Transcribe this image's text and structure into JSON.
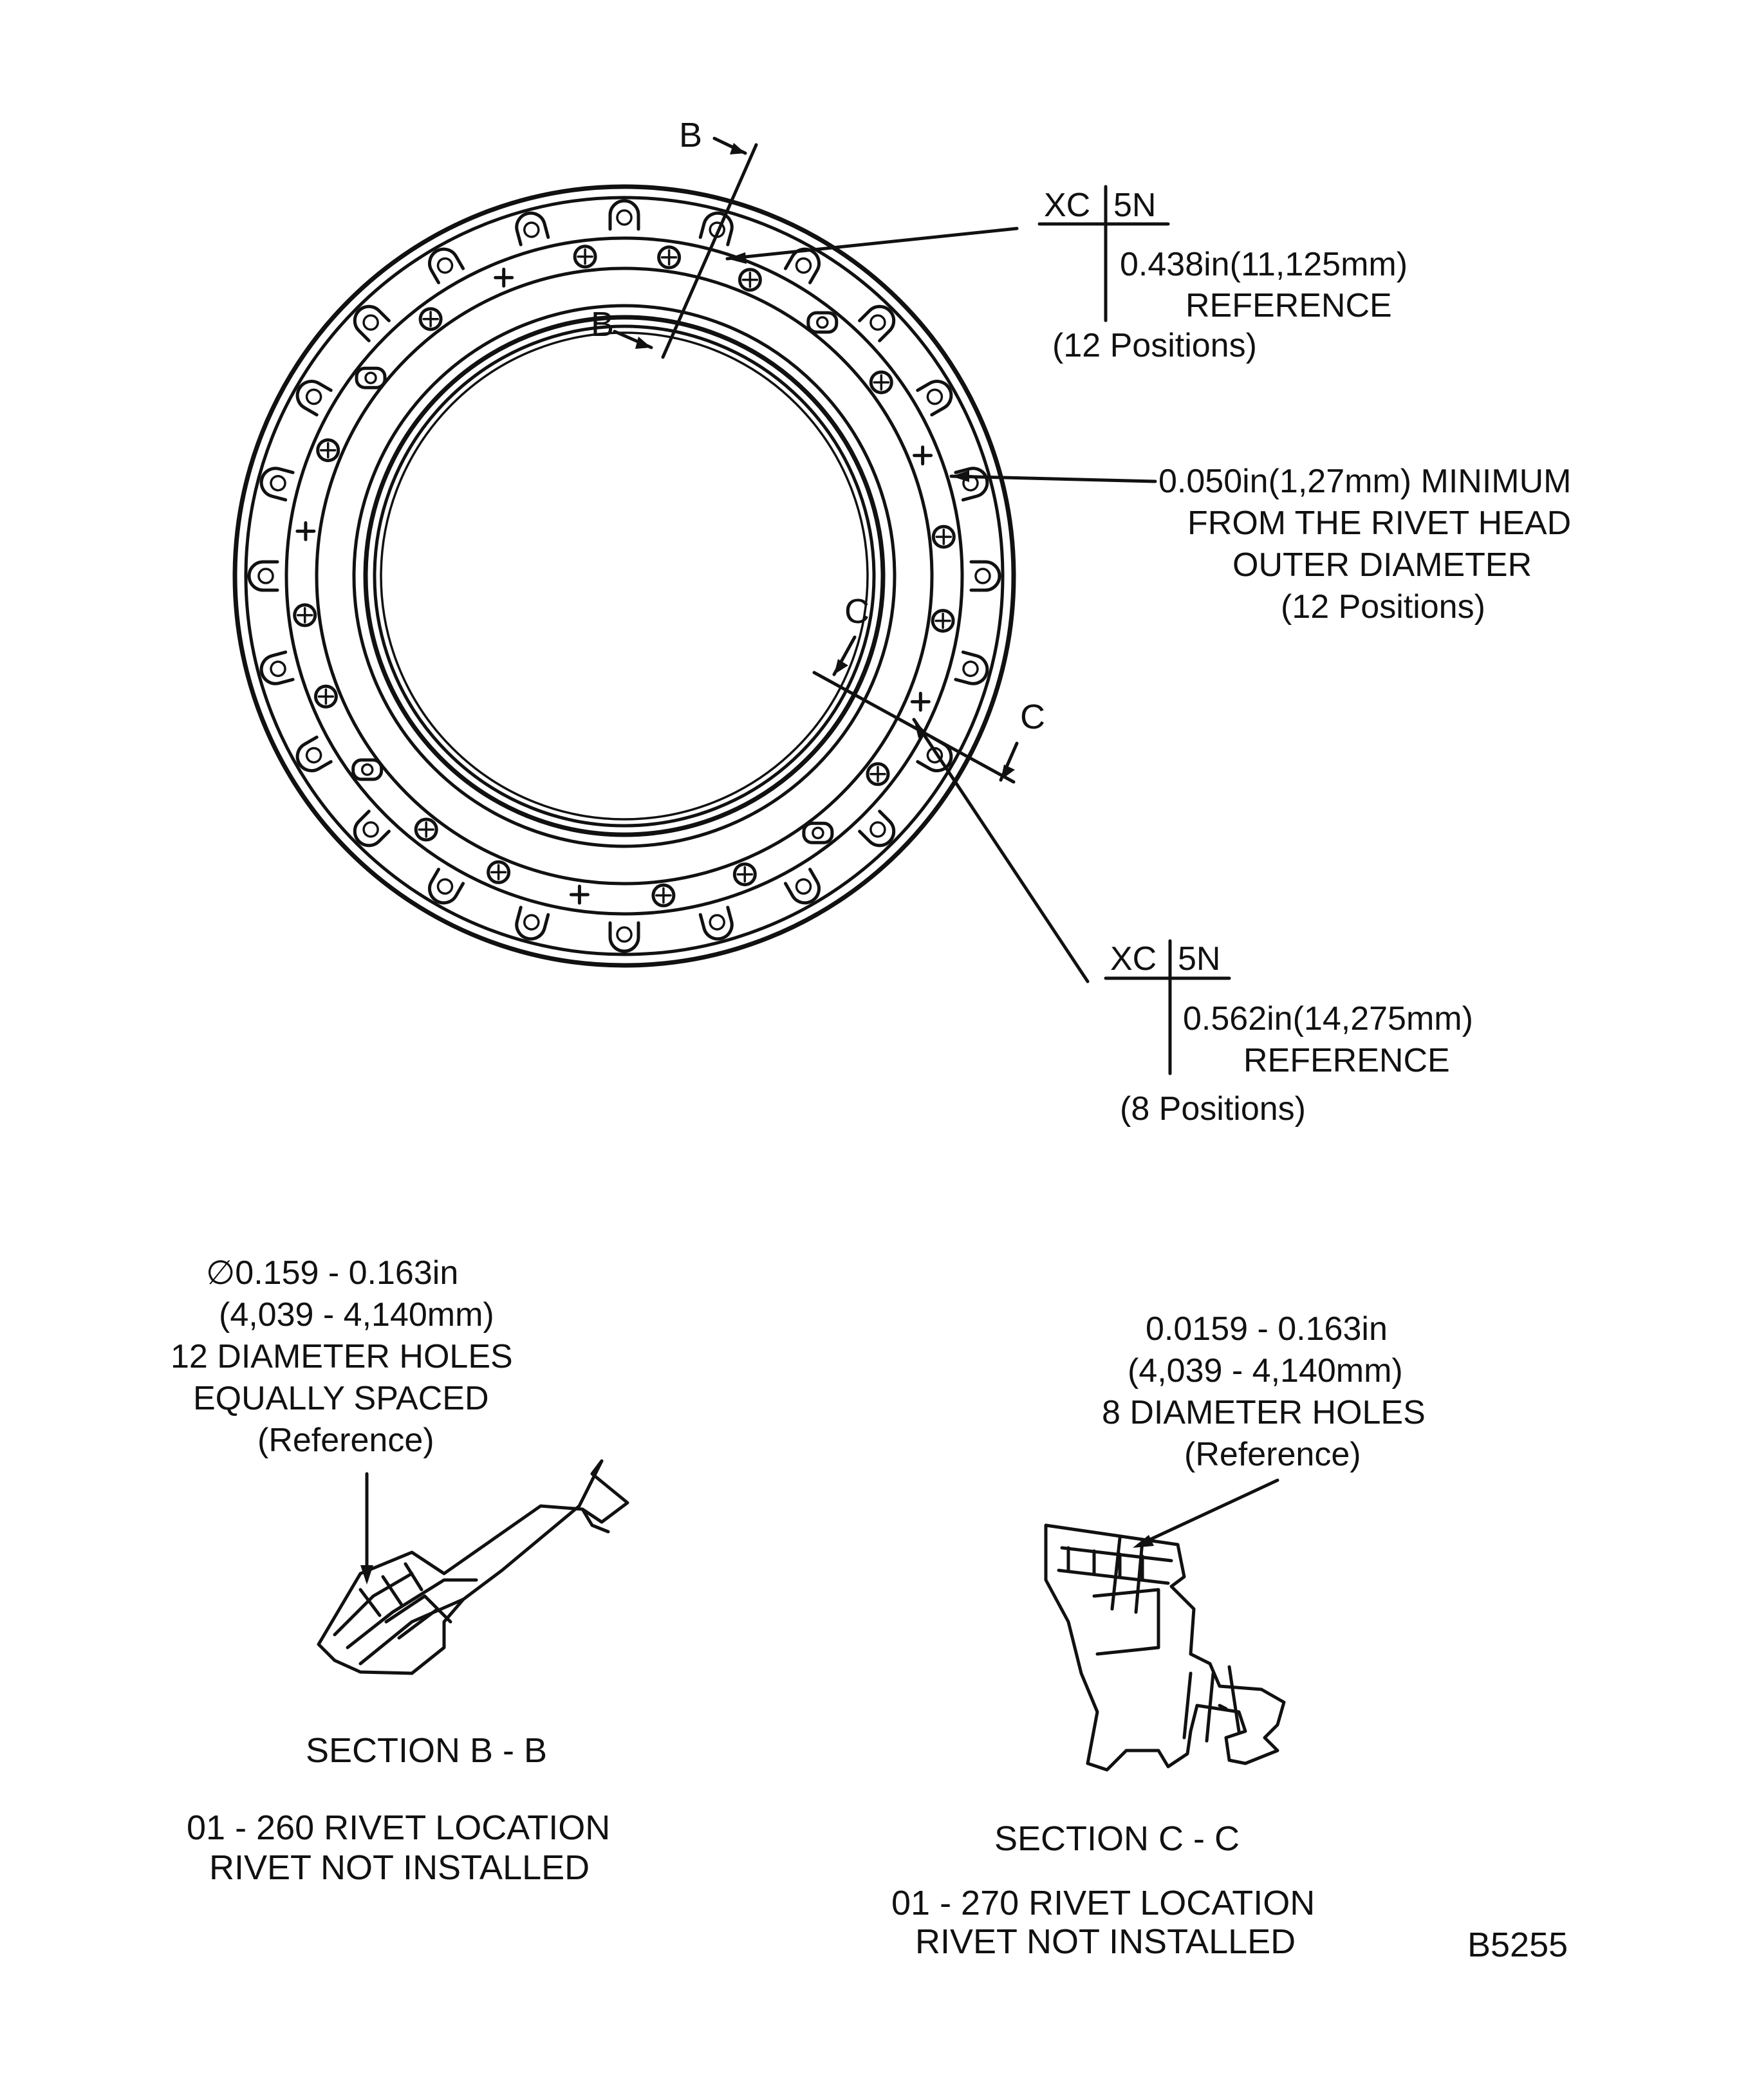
{
  "section_marks": {
    "b_top": "B",
    "b_bottom": "B",
    "c_left": "C",
    "c_right": "C"
  },
  "callout_xc_12": {
    "code_left": "XC",
    "code_right": "5N",
    "dimension": "0.438in(11,125mm)",
    "note": "REFERENCE",
    "positions": "(12 Positions)"
  },
  "callout_min": {
    "line1": "0.050in(1,27mm) MINIMUM",
    "line2": "FROM THE RIVET HEAD",
    "line3": "OUTER DIAMETER",
    "positions": "(12 Positions)"
  },
  "callout_xc_8": {
    "code_left": "XC",
    "code_right": "5N",
    "dimension": "0.562in(14,275mm)",
    "note": "REFERENCE",
    "positions": "(8 Positions)"
  },
  "section_b": {
    "hole_line1": "∅0.159 - 0.163in",
    "hole_line2": "(4,039 - 4,140mm)",
    "hole_line3": "12 DIAMETER HOLES",
    "hole_line4": "EQUALLY SPACED",
    "hole_line5": "(Reference)",
    "title": "SECTION B - B",
    "caption_line1": "01 - 260 RIVET LOCATION",
    "caption_line2": "RIVET NOT INSTALLED"
  },
  "section_c": {
    "hole_line1": "0.0159 - 0.163in",
    "hole_line2": "(4,039 - 4,140mm)",
    "hole_line3": "8 DIAMETER HOLES",
    "hole_line4": "(Reference)",
    "title": "SECTION C - C",
    "caption_line1": "01 - 270 RIVET LOCATION",
    "caption_line2": "RIVET NOT INSTALLED"
  },
  "figure_id": "B5255"
}
